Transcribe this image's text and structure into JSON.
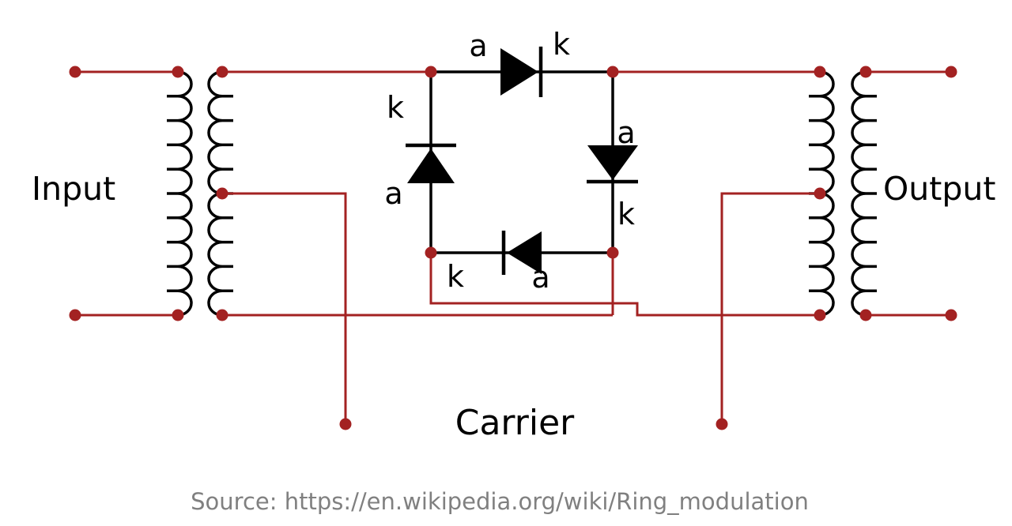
{
  "diagram": {
    "labels": {
      "input": "Input",
      "output": "Output",
      "carrier": "Carrier"
    },
    "diodes": {
      "top": {
        "anode": "a",
        "cathode": "k"
      },
      "left": {
        "anode": "a",
        "cathode": "k"
      },
      "right": {
        "anode": "a",
        "cathode": "k"
      },
      "bottom": {
        "anode": "a",
        "cathode": "k"
      }
    },
    "source_caption": "Source: https://en.wikipedia.org/wiki/Ring_modulation",
    "colors": {
      "wire": "#a32222",
      "component": "#000000",
      "label": "#000000",
      "source_text": "#808080",
      "background": "#ffffff"
    }
  }
}
